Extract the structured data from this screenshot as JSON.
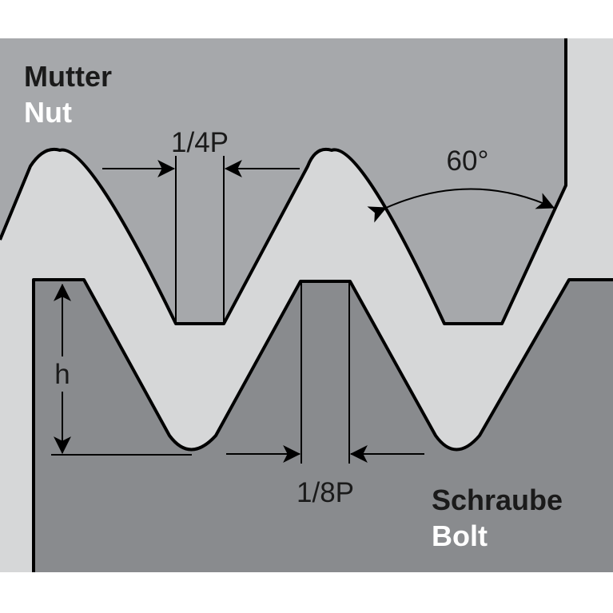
{
  "labels": {
    "nut_de": "Mutter",
    "nut_en": "Nut",
    "bolt_de": "Schraube",
    "bolt_en": "Bolt",
    "angle": "60°",
    "crest_flat": "1/4P",
    "root_flat": "1/8P",
    "height": "h"
  },
  "colors": {
    "nut": "#a6a8ab",
    "bolt": "#898b8e",
    "gap": "#d6d7d8",
    "outline": "#000000",
    "white_text": "#ffffff",
    "dark_text": "#1a1a1a"
  }
}
